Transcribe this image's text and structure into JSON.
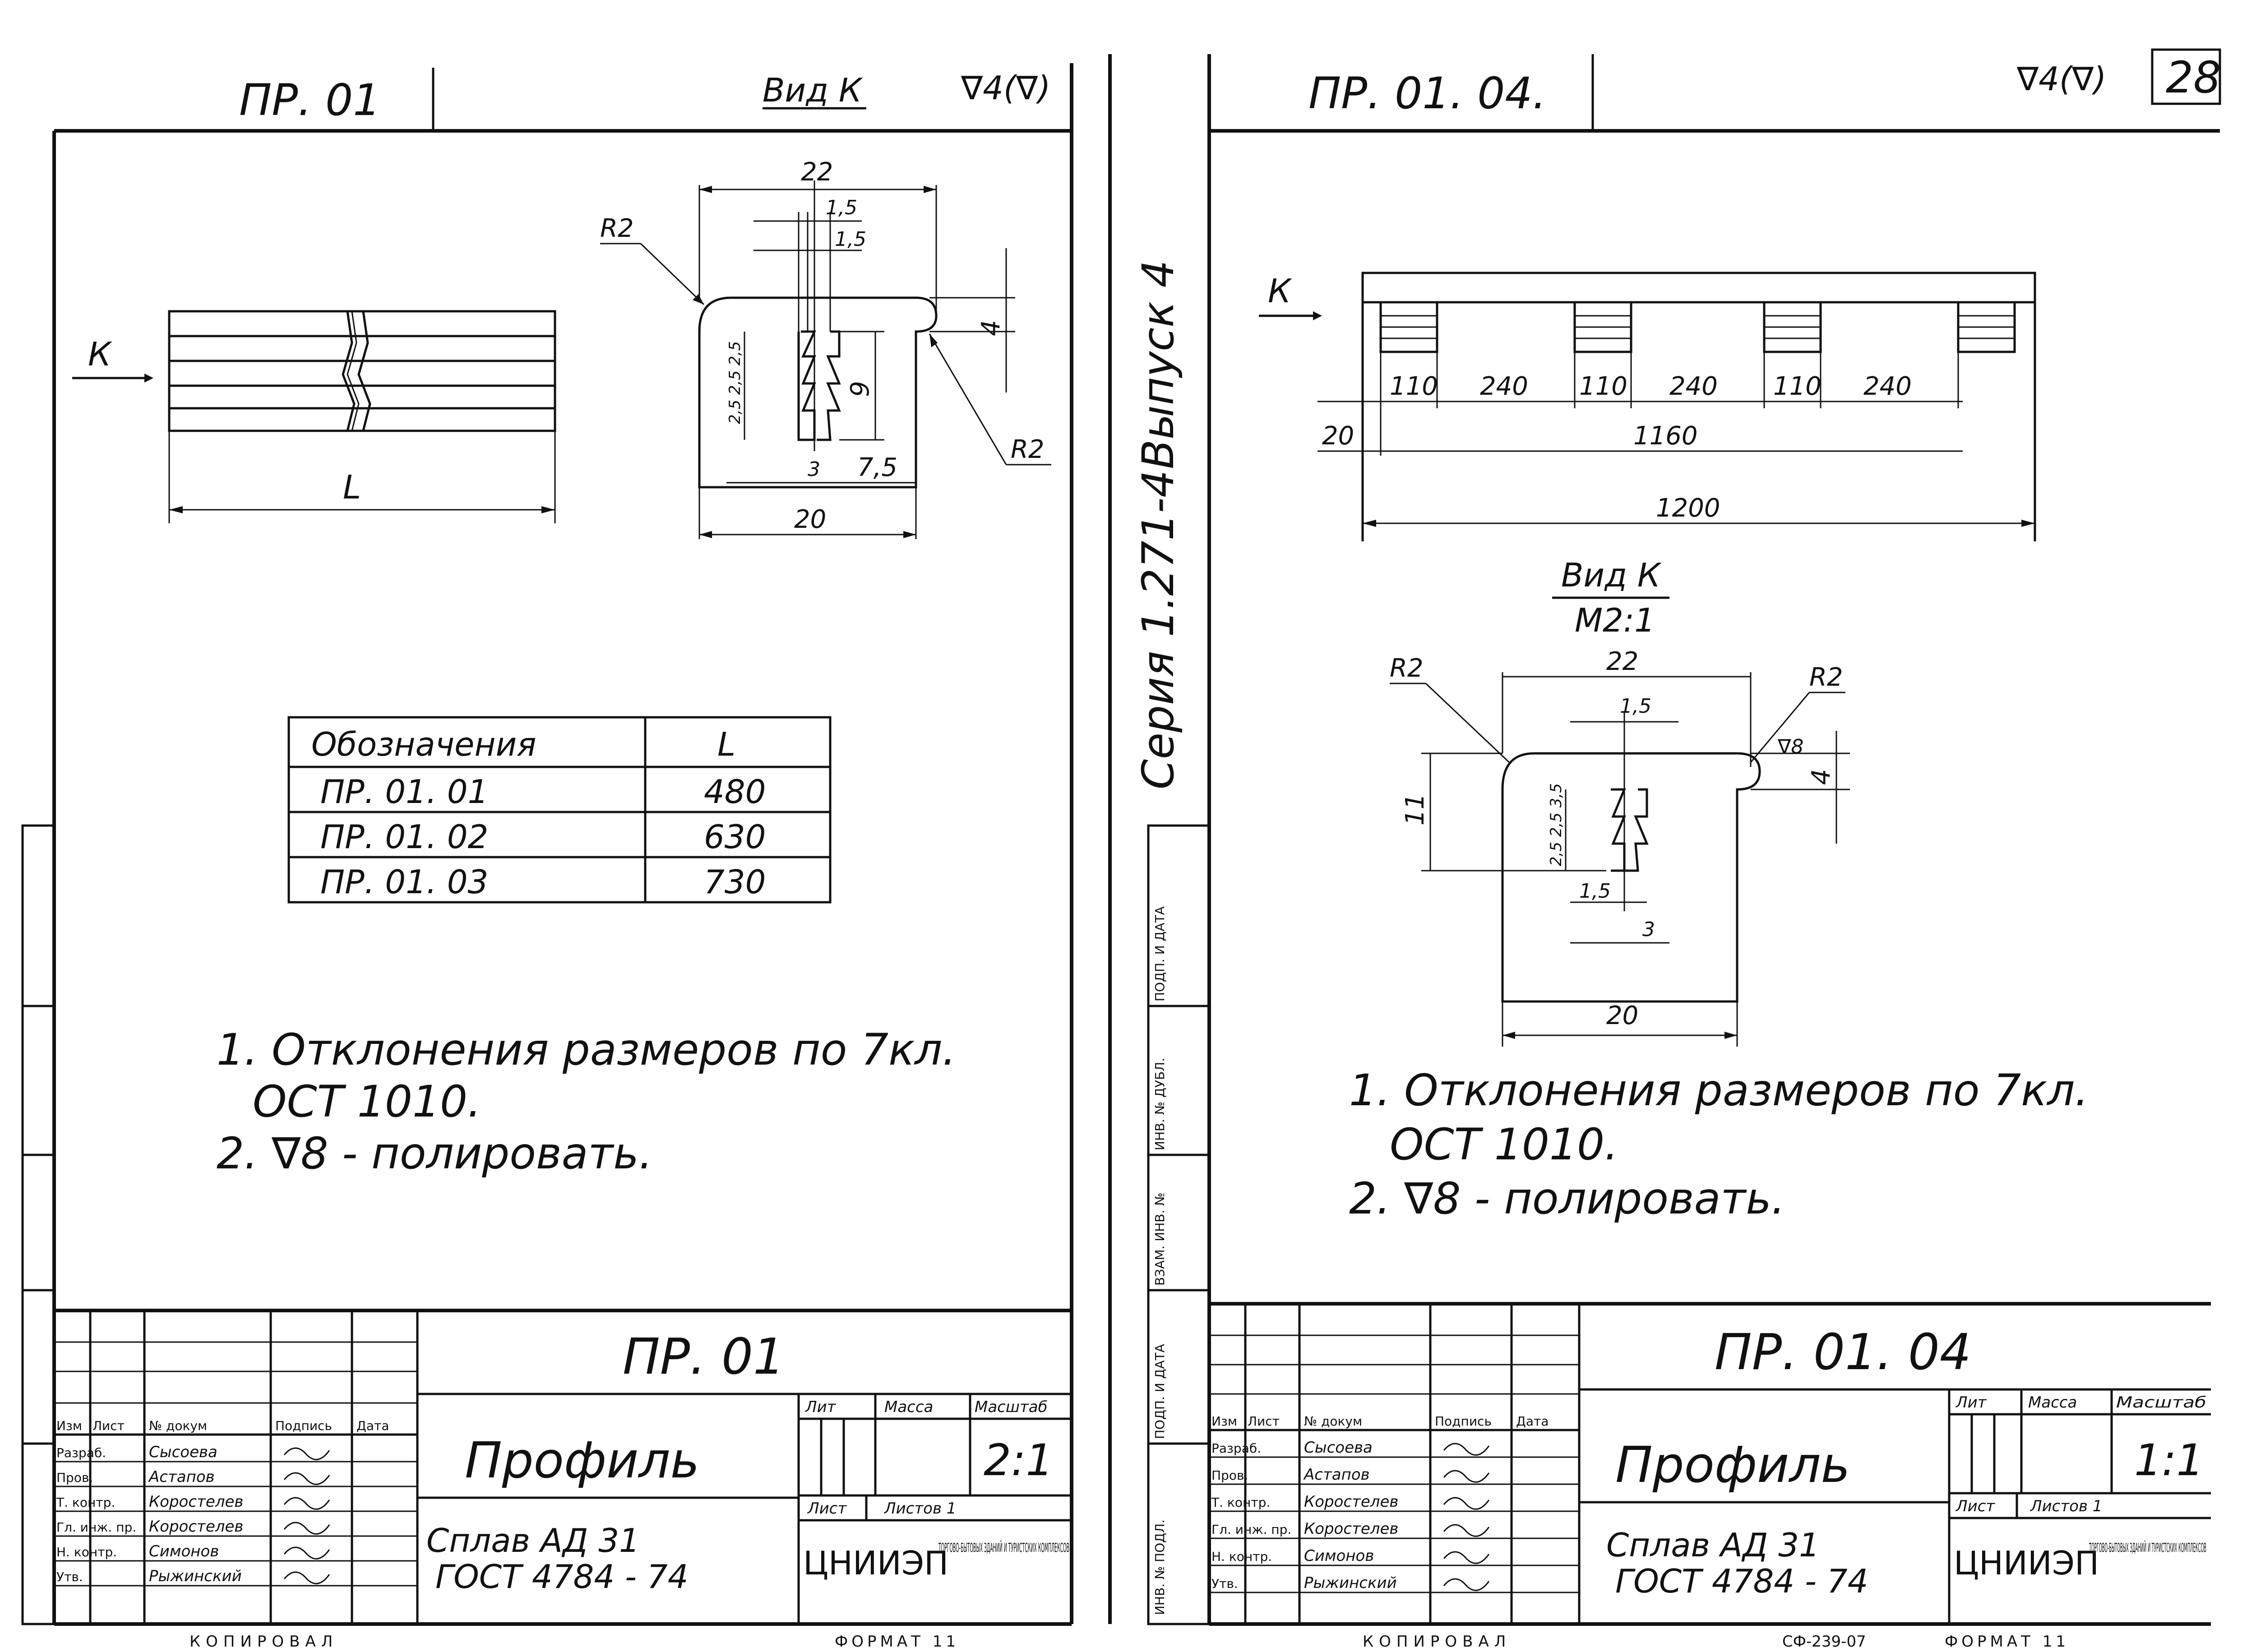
{
  "sheet": {
    "sheet_number": "28",
    "series": "Серия 1.271-4",
    "issue": "Выпуск 4",
    "footer_copied": "КОПИРОВАЛ",
    "footer_format": "ФОРМАТ 11",
    "footer_code": "СФ-239-07"
  },
  "left": {
    "top_label": "ПР. 01",
    "view_label": "Вид К",
    "roughness": "∇4(∇)",
    "view_arrow": "К",
    "length_label": "L",
    "dims": {
      "width_top": "22",
      "d1": "1,5",
      "d2": "1,5",
      "radius_left": "R2",
      "radius_right": "R2",
      "height": "4",
      "slot_depth": "9",
      "steps": "2,5 2,5 2,5",
      "slot": "3",
      "offset": "7,5",
      "width_bottom": "20"
    },
    "table": {
      "header": [
        "Обозначения",
        "L"
      ],
      "rows": [
        [
          "ПР. 01. 01",
          "480"
        ],
        [
          "ПР. 01. 02",
          "630"
        ],
        [
          "ПР. 01. 03",
          "730"
        ]
      ]
    },
    "notes": [
      "1. Отклонения размеров по 7кл.",
      "ОСТ 1010.",
      "2. ∇8 - полировать."
    ],
    "title_block": {
      "code": "ПР. 01",
      "name": "Профиль",
      "material_line1": "Сплав АД 31",
      "material_line2": "ГОСТ 4784 - 74",
      "scale": "2:1",
      "col_lit": "Лит",
      "col_mass": "Масса",
      "col_scale": "Масштаб",
      "sheet_label": "Лист",
      "sheets_label": "Листов 1",
      "org": "ЦНИИЭП",
      "org_desc": "ТОРГОВО-БЫТОВЫХ ЗДАНИЙ И ТУРИСТСКИХ КОМПЛЕКСОВ",
      "roles": [
        "Изм",
        "Лист",
        "№ докум",
        "Подпись",
        "Дата"
      ],
      "people": [
        [
          "Разраб.",
          "Сысоева"
        ],
        [
          "Пров.",
          "Астапов"
        ],
        [
          "Т. контр.",
          "Коростелев"
        ],
        [
          "Гл. инж. пр.",
          "Коростелев"
        ],
        [
          "Н. контр.",
          "Симонов"
        ],
        [
          "Утв.",
          "Рыжинский"
        ]
      ]
    }
  },
  "right": {
    "top_label": "ПР. 01. 04.",
    "roughness": "∇4(∇)",
    "view_arrow": "К",
    "plan_dims": [
      "110",
      "240",
      "110",
      "240",
      "110",
      "240"
    ],
    "dim_start": "20",
    "dim_inner": "1160",
    "dim_total": "1200",
    "view_label": "Вид К",
    "view_scale": "М2:1",
    "dims": {
      "width_top": "22",
      "d1": "1,5",
      "radius_left": "R2",
      "radius_right": "R2",
      "polish": "∇8",
      "height": "4",
      "total_height": "11",
      "steps": "2,5 2,5 3,5",
      "slot_a": "1,5",
      "slot_b": "3",
      "width_bottom": "20"
    },
    "notes": [
      "1. Отклонения размеров по 7кл.",
      "ОСТ 1010.",
      "2. ∇8 - полировать."
    ],
    "title_block": {
      "code": "ПР. 01. 04",
      "name": "Профиль",
      "material_line1": "Сплав АД 31",
      "material_line2": "ГОСТ 4784 - 74",
      "scale": "1:1",
      "col_lit": "Лит",
      "col_mass": "Масса",
      "col_scale": "Масштаб",
      "sheet_label": "Лист",
      "sheets_label": "Листов 1",
      "org": "ЦНИИЭП",
      "org_desc": "ТОРГОВО-БЫТОВЫХ ЗДАНИЙ И ТУРИСТСКИХ КОМПЛЕКСОВ",
      "roles": [
        "Изм",
        "Лист",
        "№ докум",
        "Подпись",
        "Дата"
      ],
      "people": [
        [
          "Разраб.",
          "Сысоева"
        ],
        [
          "Пров.",
          "Астапов"
        ],
        [
          "Т. контр.",
          "Коростелев"
        ],
        [
          "Гл. инж. пр.",
          "Коростелев"
        ],
        [
          "Н. контр.",
          "Симонов"
        ],
        [
          "Утв.",
          "Рыжинский"
        ]
      ]
    }
  },
  "side_stamps": [
    "ИНВ. № ПОДЛ.",
    "ПОДП. И ДАТА",
    "ВЗАМ. ИНВ. №",
    "ИНВ. № ДУБЛ.",
    "ПОДП. И ДАТА"
  ]
}
